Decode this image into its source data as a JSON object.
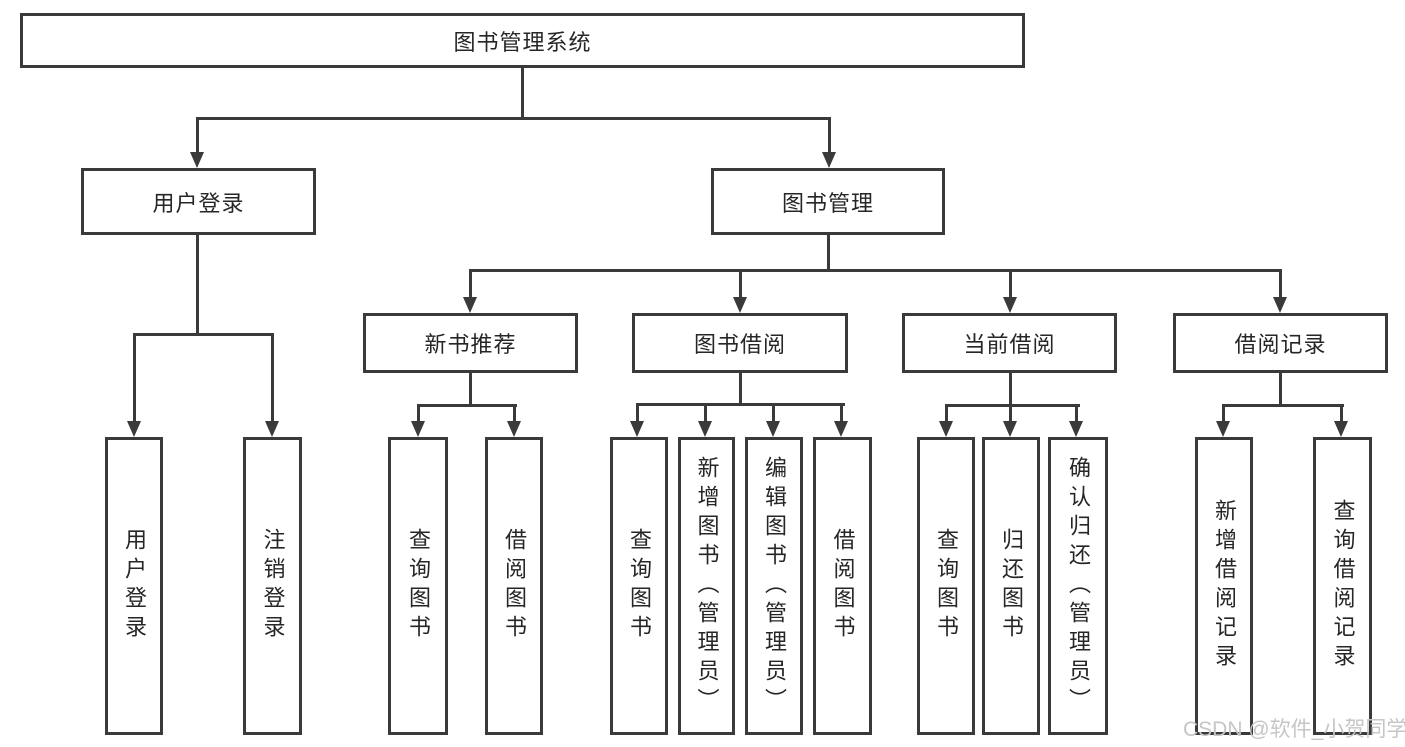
{
  "tree": {
    "label": "图书管理系统",
    "children": [
      {
        "label": "用户登录",
        "children": [
          {
            "label": "用户登录"
          },
          {
            "label": "注销登录"
          }
        ]
      },
      {
        "label": "图书管理",
        "children": [
          {
            "label": "新书推荐",
            "children": [
              {
                "label": "查询图书"
              },
              {
                "label": "借阅图书"
              }
            ]
          },
          {
            "label": "图书借阅",
            "children": [
              {
                "label": "查询图书"
              },
              {
                "label": "新增图书（管理员）"
              },
              {
                "label": "编辑图书（管理员）"
              },
              {
                "label": "借阅图书"
              }
            ]
          },
          {
            "label": "当前借阅",
            "children": [
              {
                "label": "查询图书"
              },
              {
                "label": "归还图书"
              },
              {
                "label": "确认归还（管理员）"
              }
            ]
          },
          {
            "label": "借阅记录",
            "children": [
              {
                "label": "新增借阅记录"
              },
              {
                "label": "查询借阅记录"
              }
            ]
          }
        ]
      }
    ]
  },
  "watermark": {
    "text": "CSDN @软件_小贺同学"
  },
  "colors": {
    "line": "#3a3a3a",
    "text": "#262626",
    "box_fill": "#ffffff",
    "background": "#ffffff",
    "watermark": "#c6c6c6"
  }
}
